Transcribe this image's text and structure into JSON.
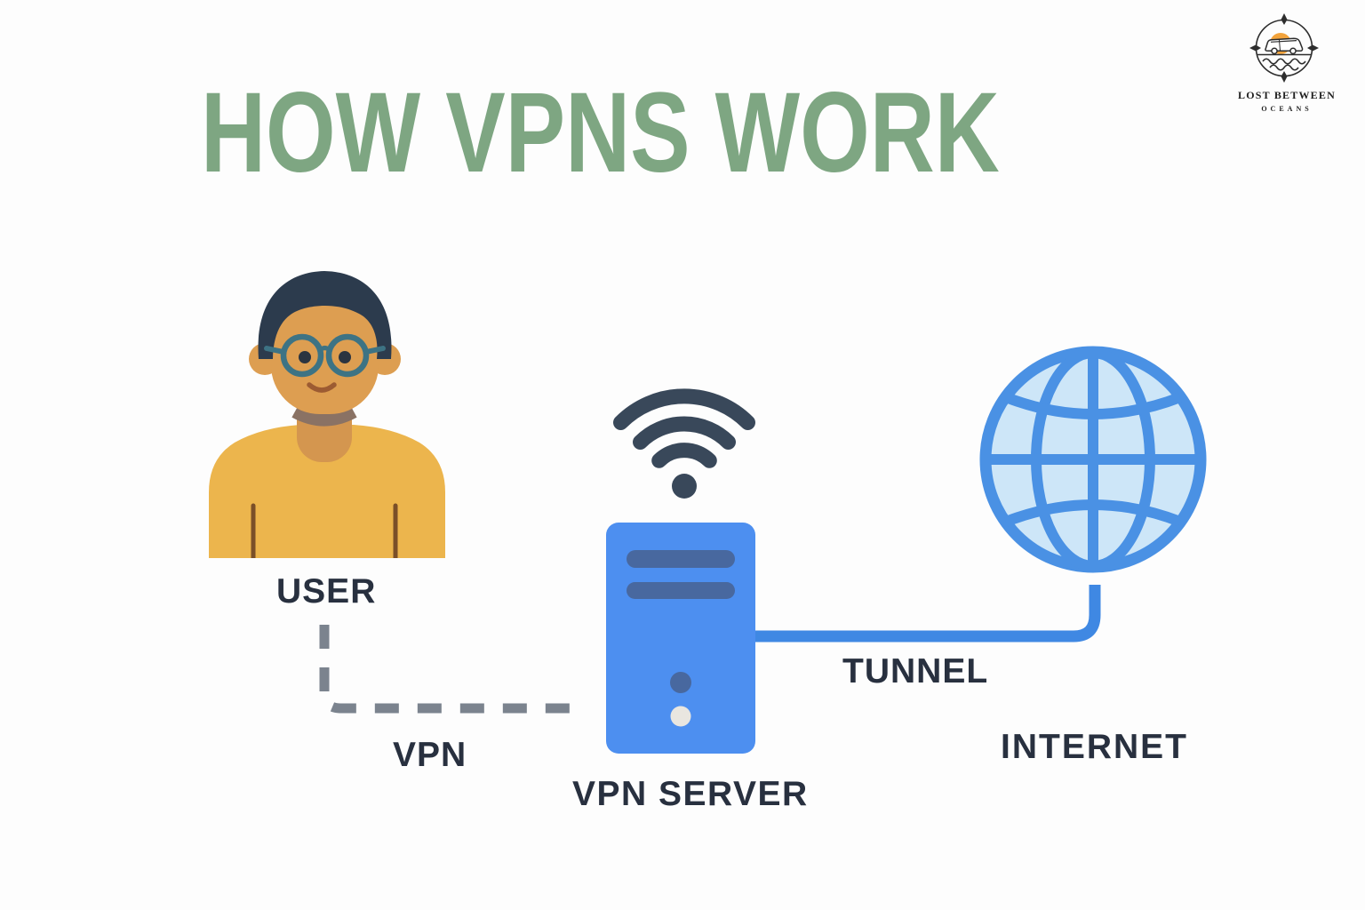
{
  "page": {
    "title": "HOW VPNS WORK",
    "background_color": "#fdfdfd",
    "title_color": "#7ea682",
    "label_color": "#28303f"
  },
  "logo": {
    "line1": "LOST BETWEEN",
    "line2": "OCEANS",
    "emblem_icons": [
      "compass-rose-icon",
      "camper-van-icon",
      "sun-icon",
      "waves-icon"
    ]
  },
  "nodes": {
    "user": {
      "label": "USER",
      "icon": "user-avatar-icon"
    },
    "vpn_server": {
      "label": "VPN SERVER",
      "icon": "server-tower-icon",
      "signal_icon": "wifi-icon"
    },
    "internet": {
      "label": "INTERNET",
      "icon": "globe-icon"
    }
  },
  "connections": {
    "vpn_link": {
      "label": "VPN",
      "style": "dashed",
      "color": "#7b838e",
      "from": "user",
      "to": "vpn_server"
    },
    "tunnel_link": {
      "label": "TUNNEL",
      "style": "solid",
      "color": "#3f88e3",
      "from": "vpn_server",
      "to": "internet"
    }
  },
  "colors": {
    "server_body": "#4d8ff0",
    "server_slots": "#48689f",
    "server_light": "#e9e6e0",
    "wifi": "#39485a",
    "globe_stroke": "#4a91e4",
    "globe_fill": "#cde6f8",
    "skin": "#dd9e51",
    "shirt": "#ecb54d",
    "hair": "#2c3b4d",
    "glasses": "#3d7384"
  }
}
